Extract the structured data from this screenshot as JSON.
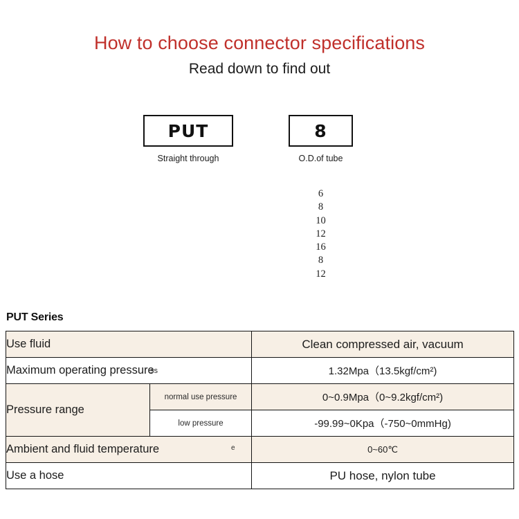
{
  "header": {
    "title": "How to choose connector specifications",
    "subtitle": "Read down to find out",
    "title_color": "#c0302b"
  },
  "selector": {
    "boxes": [
      {
        "code": "PUT",
        "caption": "Straight through"
      },
      {
        "code": "8",
        "caption": "O.D.of tube"
      }
    ],
    "tube_size_options": [
      "6",
      "8",
      "10",
      "12",
      "16",
      "8",
      "12"
    ]
  },
  "spec": {
    "heading": "PUT Series",
    "shade_color": "#f7efe5",
    "rows": [
      {
        "label": "Use fluid",
        "sublabel": "",
        "value": "Clean compressed air, vacuum",
        "shaded": true
      },
      {
        "label": "Maximum operating pressure",
        "artifact": "ss",
        "sublabel": "",
        "value": "1.32Mpa（13.5kgf/cm²)",
        "shaded": false
      },
      {
        "label": "Pressure range",
        "sublabel": "normal use pressure",
        "value": "0~0.9Mpa（0~9.2kgf/cm²)",
        "shaded": true
      },
      {
        "label": "",
        "sublabel": "low pressure",
        "value": "-99.99~0Kpa（-750~0mmHg)",
        "shaded": false
      },
      {
        "label": "Ambient and fluid temperature",
        "artifact": "e",
        "sublabel": "",
        "value": "0~60℃",
        "shaded": true
      },
      {
        "label": "Use a hose",
        "sublabel": "",
        "value": "PU hose, nylon tube",
        "shaded": false
      }
    ]
  }
}
